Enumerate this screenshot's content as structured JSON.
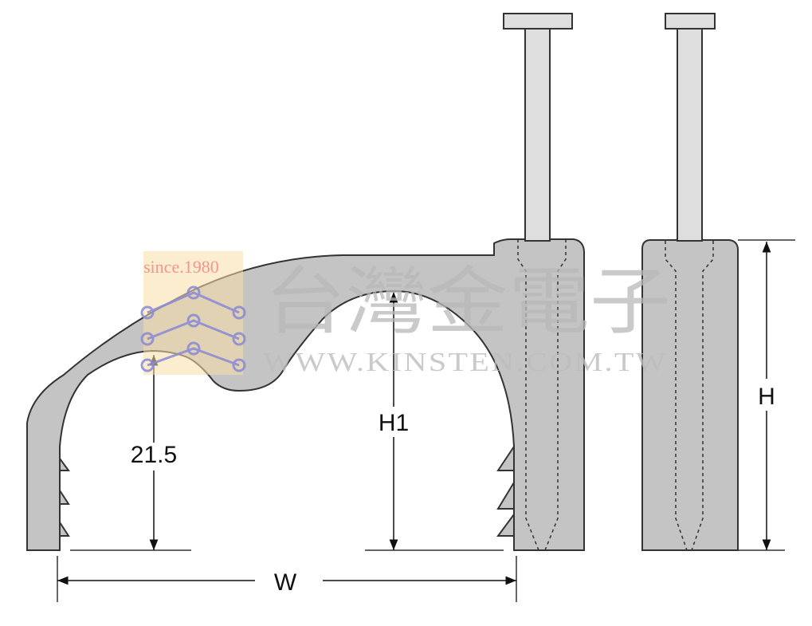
{
  "dimensions": {
    "inner_height": "21.5",
    "h1": "H1",
    "width": "W",
    "height": "H"
  },
  "watermark": {
    "chinese": "台灣金電子",
    "url": "WWW.KINSTEN.COM.TW",
    "since": "since.1980"
  },
  "colors": {
    "body_fill": "#c4c4c4",
    "nail_fill": "#dedede",
    "outline": "#333333",
    "dimension_line": "#111111",
    "watermark_circuit": "#8a8ad6",
    "watermark_patch": "#f9dfa8"
  }
}
